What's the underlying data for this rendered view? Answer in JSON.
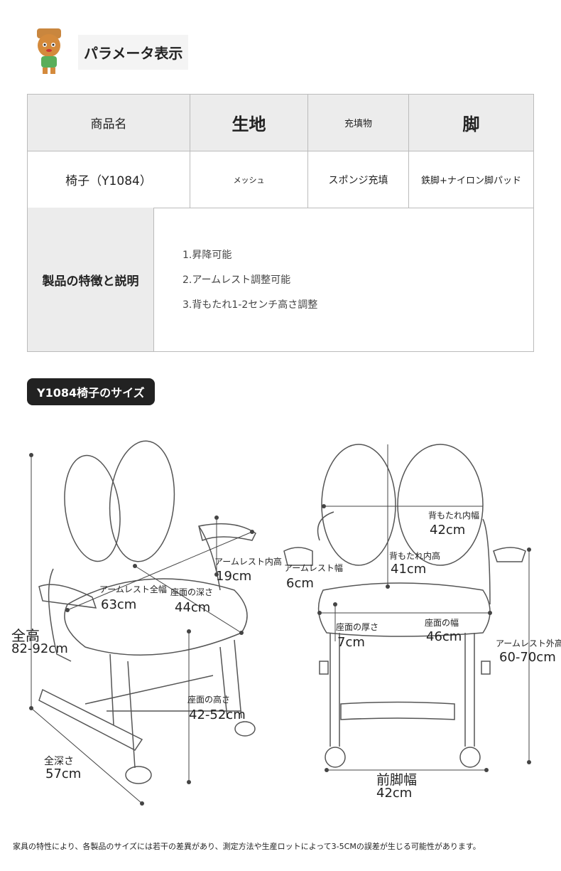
{
  "header": {
    "title": "パラメータ表示",
    "mascot": "mascot-icon"
  },
  "table": {
    "headers": [
      "商品名",
      "生地",
      "充填物",
      "脚"
    ],
    "values": [
      "椅子（Y1084）",
      "メッシュ",
      "スポンジ充填",
      "鉄脚+ナイロン脚パッド"
    ],
    "feature_label": "製品の特徴と説明",
    "features": [
      "1.昇降可能",
      "2.アームレスト調整可能",
      "3.背もたれ1-2センチ高さ調整"
    ]
  },
  "size_badge": "Y1084椅子のサイズ",
  "dims": {
    "total_height": {
      "label": "全高",
      "value": "82-92cm"
    },
    "armrest_total_width": {
      "label": "アームレスト全幅",
      "value": "63cm"
    },
    "seat_depth": {
      "label": "座面の深さ",
      "value": "44cm"
    },
    "armrest_inner_height": {
      "label": "アームレスト内高",
      "value": "19cm"
    },
    "seat_height": {
      "label": "座面の高さ",
      "value": "42-52cm"
    },
    "total_depth": {
      "label": "全深さ",
      "value": "57cm"
    },
    "back_inner_width": {
      "label": "背もたれ内幅",
      "value": "42cm"
    },
    "back_inner_height": {
      "label": "背もたれ内高",
      "value": "41cm"
    },
    "armrest_width": {
      "label": "アームレスト幅",
      "value": "6cm"
    },
    "seat_thickness": {
      "label": "座面の厚さ",
      "value": "7cm"
    },
    "seat_width": {
      "label": "座面の幅",
      "value": "46cm"
    },
    "armrest_outer_height": {
      "label": "アームレスト外高",
      "value": "60-70cm"
    },
    "front_leg_width": {
      "label": "前脚幅",
      "value": "42cm"
    }
  },
  "note": "家具の特性により、各製品のサイズには若干の差異があり、測定方法や生産ロットによって3-5CMの誤差が生じる可能性があります。"
}
